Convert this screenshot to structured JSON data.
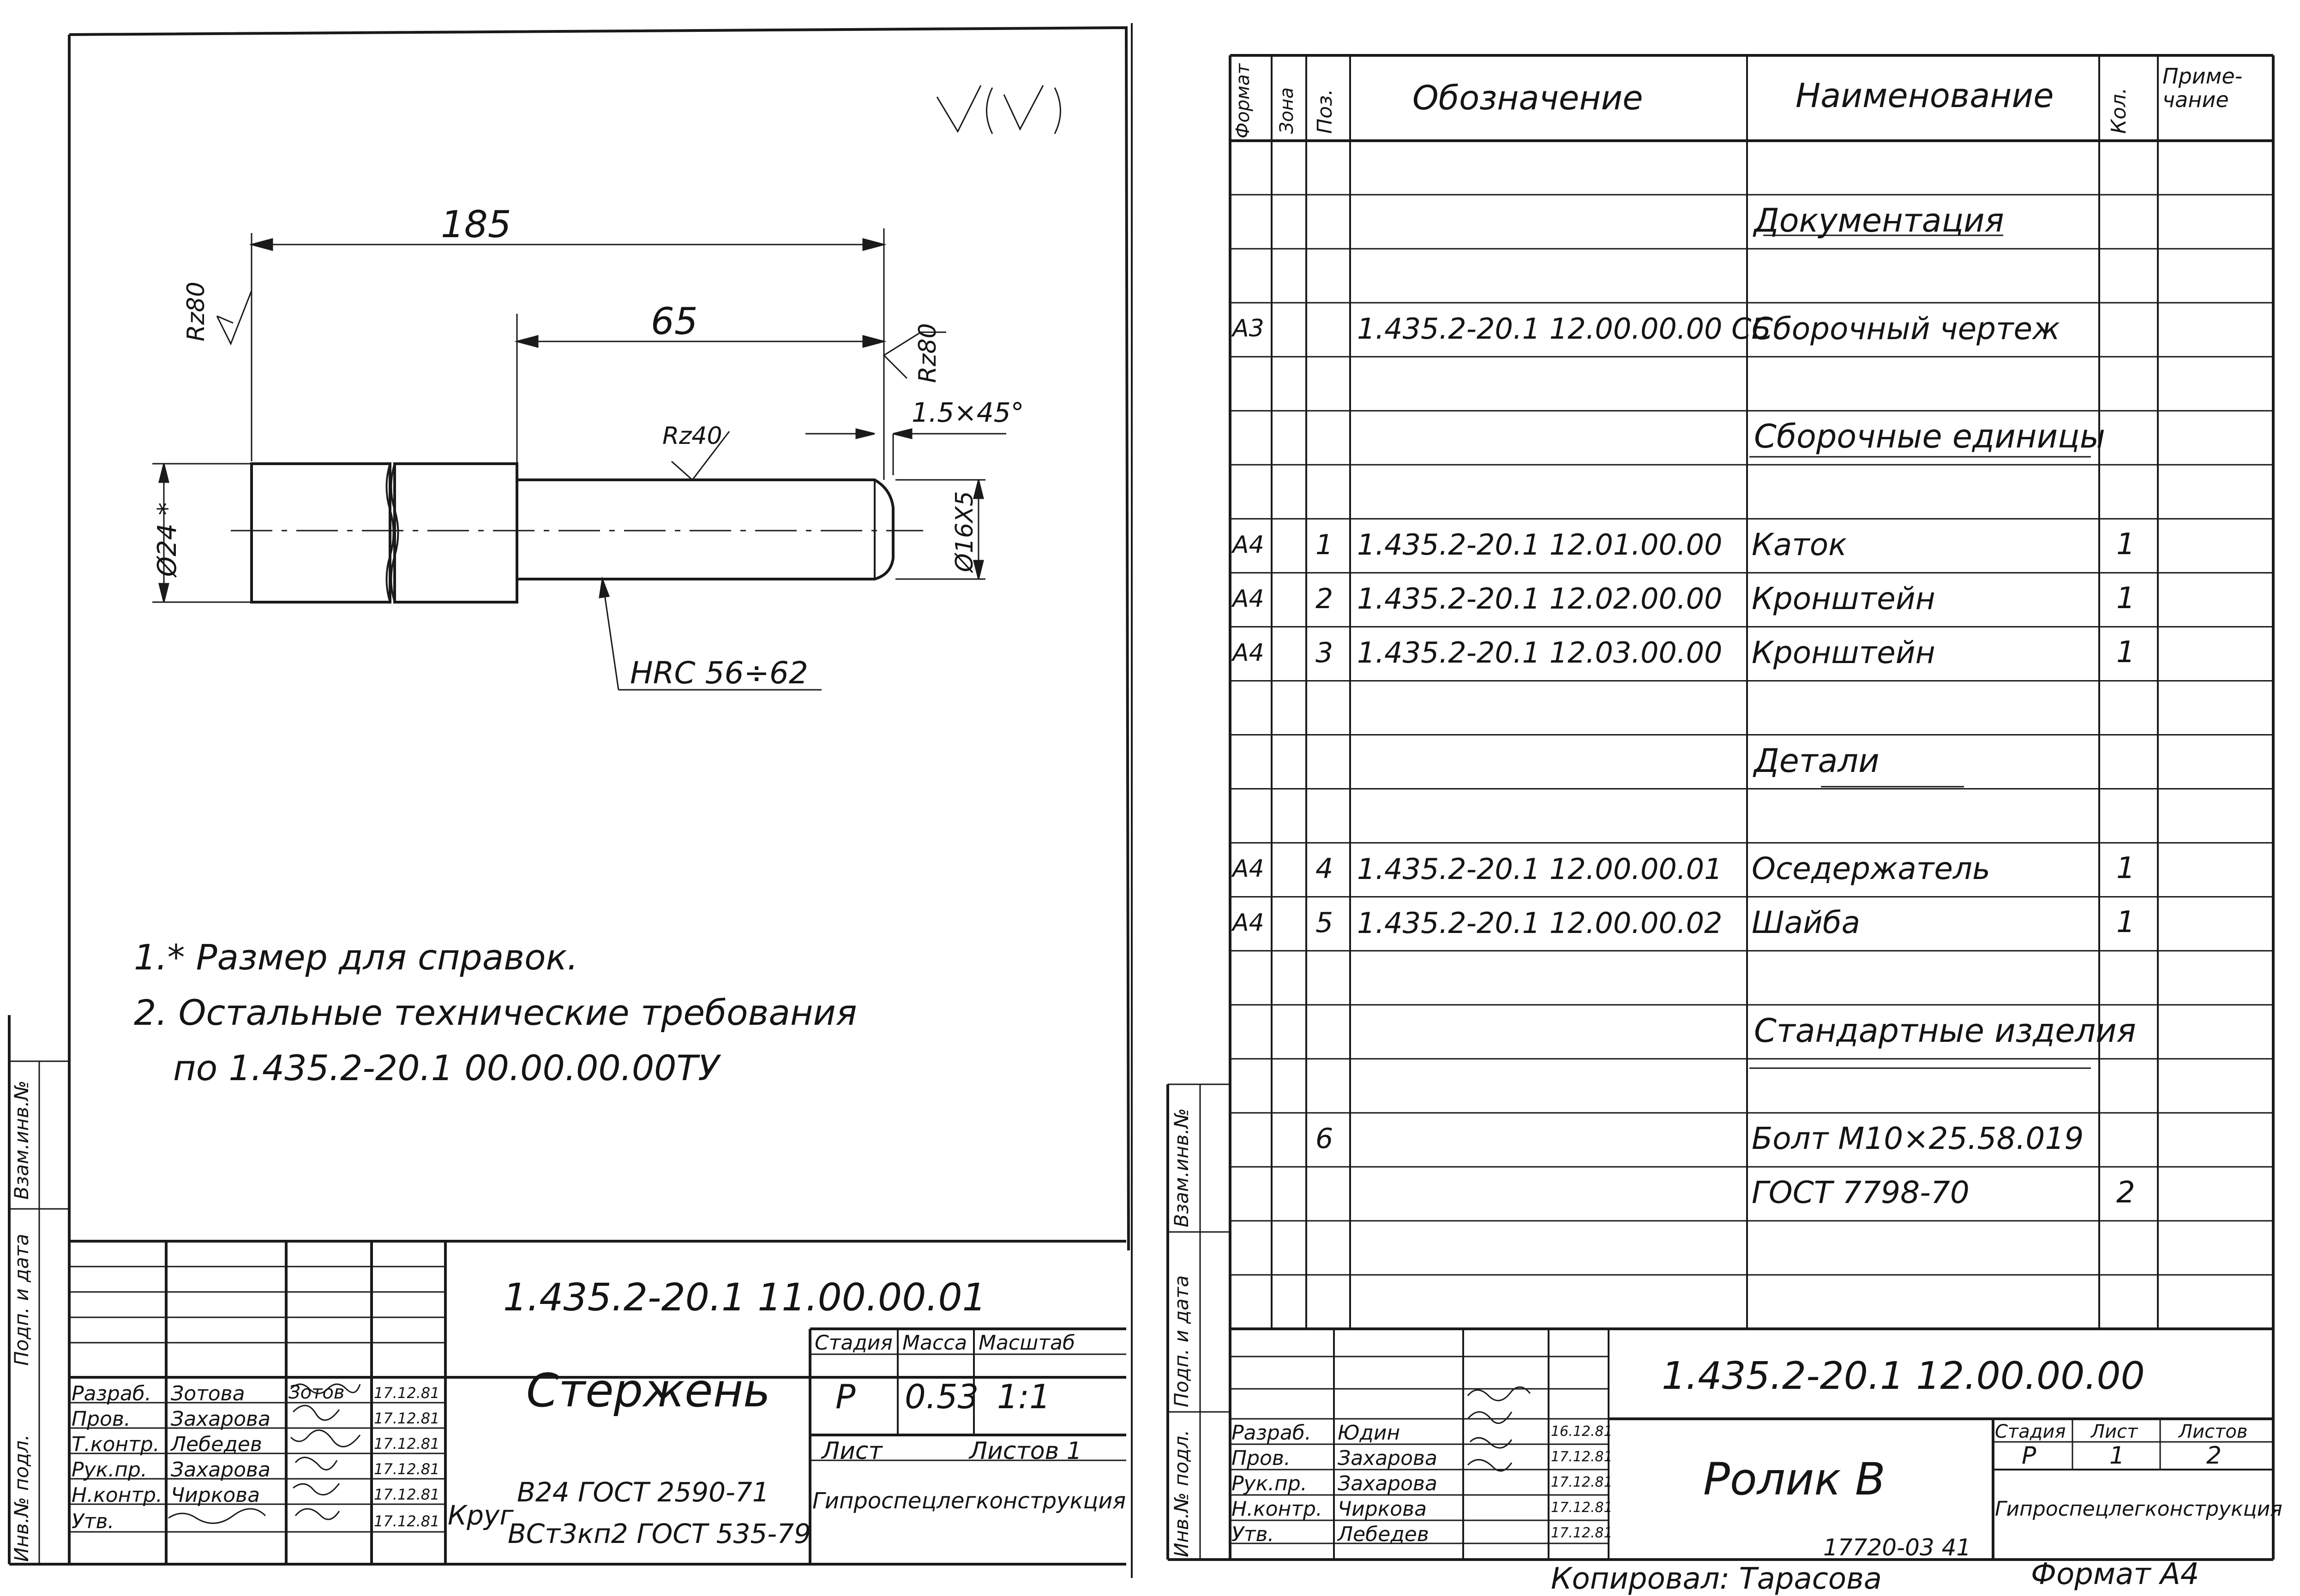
{
  "left_sheet": {
    "surface_roughness_symbol": "√(√)",
    "dimensions": {
      "overall_length": "185",
      "shank_length": "65",
      "rough_left": "Rz80",
      "rough_right": "Rz80",
      "chamfer": "1.5×45°",
      "rough_shank": "Rz40",
      "dia_head": "Ø24 *",
      "dia_shank": "Ø16X5",
      "hardness": "HRC 56÷62"
    },
    "notes": [
      "1.* Размер для справок.",
      "2. Остальные технические требования",
      "по 1.435.2-20.1 00.00.00.00ТУ"
    ],
    "title_block": {
      "designation": "1.435.2-20.1 11.00.00.01",
      "name": "Стержень",
      "stage_header": "Стадия",
      "mass_header": "Масса",
      "scale_header": "Масштаб",
      "stage": "Р",
      "mass": "0.53",
      "scale": "1:1",
      "sheet_label": "Лист",
      "sheets_label": "Листов 1",
      "material_prefix": "Круг",
      "material_line1": "В24 ГОСТ 2590-71",
      "material_line2": "ВСт3кп2 ГОСТ 535-79",
      "organization": "Гипроспецлегконструкция",
      "signatures": [
        {
          "role": "Разраб.",
          "name": "Зотова",
          "sign": "Зотов",
          "date": "17.12.81"
        },
        {
          "role": "Пров.",
          "name": "Захарова",
          "sign": "",
          "date": "17.12.81"
        },
        {
          "role": "Т.контр.",
          "name": "Лебедев",
          "sign": "",
          "date": "17.12.81"
        },
        {
          "role": "Рук.пр.",
          "name": "Захарова",
          "sign": "",
          "date": "17.12.81"
        },
        {
          "role": "Н.контр.",
          "name": "Чиркова",
          "sign": "",
          "date": "17.12.81"
        },
        {
          "role": "Утв.",
          "name": "",
          "sign": "",
          "date": "17.12.81"
        }
      ]
    },
    "margin_labels": [
      "Инв.№ подл.",
      "Подп. и дата",
      "Взам.инв.№"
    ]
  },
  "right_sheet": {
    "headers": {
      "format": "Формат",
      "zone": "Зона",
      "pos": "Поз.",
      "designation": "Обозначение",
      "name": "Наименование",
      "qty": "Кол.",
      "note": "Приме-чание"
    },
    "rows": [
      {
        "format": "",
        "pos": "",
        "designation": "",
        "name": "",
        "qty": ""
      },
      {
        "format": "",
        "pos": "",
        "designation": "",
        "name": "Документация",
        "qty": "",
        "section": true
      },
      {
        "format": "",
        "pos": "",
        "designation": "",
        "name": "",
        "qty": ""
      },
      {
        "format": "А3",
        "pos": "",
        "designation": "1.435.2-20.1 12.00.00.00 СБ",
        "name": "Сборочный чертеж",
        "qty": ""
      },
      {
        "format": "",
        "pos": "",
        "designation": "",
        "name": "",
        "qty": ""
      },
      {
        "format": "",
        "pos": "",
        "designation": "",
        "name": "Сборочные единицы",
        "qty": "",
        "section": true
      },
      {
        "format": "",
        "pos": "",
        "designation": "",
        "name": "",
        "qty": ""
      },
      {
        "format": "А4",
        "pos": "1",
        "designation": "1.435.2-20.1 12.01.00.00",
        "name": "Каток",
        "qty": "1"
      },
      {
        "format": "А4",
        "pos": "2",
        "designation": "1.435.2-20.1 12.02.00.00",
        "name": "Кронштейн",
        "qty": "1"
      },
      {
        "format": "А4",
        "pos": "3",
        "designation": "1.435.2-20.1 12.03.00.00",
        "name": "Кронштейн",
        "qty": "1"
      },
      {
        "format": "",
        "pos": "",
        "designation": "",
        "name": "",
        "qty": ""
      },
      {
        "format": "",
        "pos": "",
        "designation": "",
        "name": "Детали",
        "qty": "",
        "section": true
      },
      {
        "format": "",
        "pos": "",
        "designation": "",
        "name": "",
        "qty": ""
      },
      {
        "format": "А4",
        "pos": "4",
        "designation": "1.435.2-20.1 12.00.00.01",
        "name": "Оседержатель",
        "qty": "1"
      },
      {
        "format": "А4",
        "pos": "5",
        "designation": "1.435.2-20.1 12.00.00.02",
        "name": "Шайба",
        "qty": "1"
      },
      {
        "format": "",
        "pos": "",
        "designation": "",
        "name": "",
        "qty": ""
      },
      {
        "format": "",
        "pos": "",
        "designation": "",
        "name": "Стандартные изделия",
        "qty": "",
        "section": true
      },
      {
        "format": "",
        "pos": "",
        "designation": "",
        "name": "",
        "qty": ""
      },
      {
        "format": "",
        "pos": "6",
        "designation": "",
        "name": "Болт М10×25.58.019",
        "qty": ""
      },
      {
        "format": "",
        "pos": "",
        "designation": "",
        "name": "ГОСТ 7798-70",
        "qty": "2"
      },
      {
        "format": "",
        "pos": "",
        "designation": "",
        "name": "",
        "qty": ""
      },
      {
        "format": "",
        "pos": "",
        "designation": "",
        "name": "",
        "qty": ""
      }
    ],
    "title_block": {
      "designation": "1.435.2-20.1 12.00.00.00",
      "name": "Ролик В",
      "stage_header": "Стадия",
      "sheet_header": "Лист",
      "sheets_header": "Листов",
      "stage": "Р",
      "sheet": "1",
      "sheets": "2",
      "organization": "Гипроспецлегконструкция",
      "signatures": [
        {
          "role": "Разраб.",
          "name": "Юдин",
          "date": "16.12.81"
        },
        {
          "role": "Пров.",
          "name": "Захарова",
          "date": "17.12.81"
        },
        {
          "role": "Рук.пр.",
          "name": "Захарова",
          "date": "17.12.81"
        },
        {
          "role": "Н.контр.",
          "name": "Чиркова",
          "date": "17.12.81"
        },
        {
          "role": "Утв.",
          "name": "Лебедев",
          "date": "17.12.81"
        }
      ]
    },
    "margin_labels": [
      "Инв.№ подл.",
      "Подп. и дата",
      "Взам.инв.№"
    ],
    "footer": {
      "copied": "Копировал: Тарасова",
      "format": "Формат А4",
      "code": "17720-03 41"
    }
  }
}
